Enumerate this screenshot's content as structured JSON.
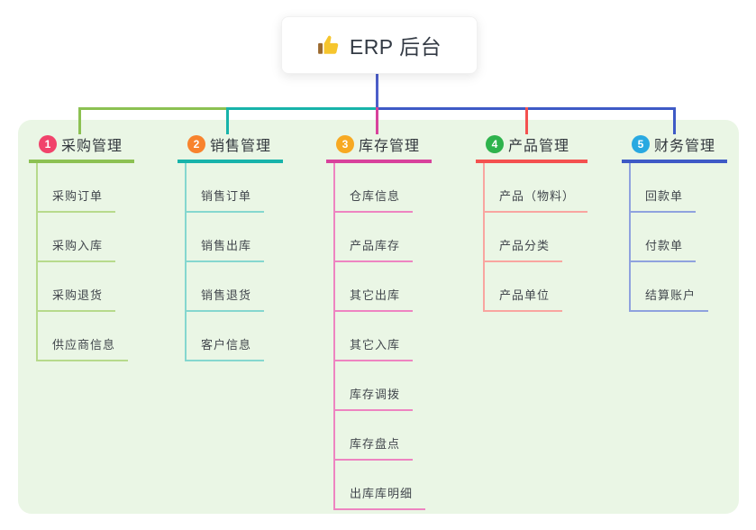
{
  "root": {
    "label": "ERP 后台",
    "icon": "thumbs-up",
    "line_color": "#4c5ec9"
  },
  "panel_color": "#eaf6e5",
  "branches": [
    {
      "num": "1",
      "label": "采购管理",
      "badge_color": "#f1436b",
      "line_color": "#8cc152",
      "child_line_color": "#b7da8c",
      "children": [
        "采购订单",
        "采购入库",
        "采购退货",
        "供应商信息"
      ]
    },
    {
      "num": "2",
      "label": "销售管理",
      "badge_color": "#f8832d",
      "line_color": "#17b3aa",
      "child_line_color": "#85d7cf",
      "children": [
        "销售订单",
        "销售出库",
        "销售退货",
        "客户信息"
      ]
    },
    {
      "num": "3",
      "label": "库存管理",
      "badge_color": "#f7a922",
      "line_color": "#d8429c",
      "child_line_color": "#ee84c1",
      "children": [
        "仓库信息",
        "产品库存",
        "其它出库",
        "其它入库",
        "库存调拨",
        "库存盘点",
        "出库库明细"
      ]
    },
    {
      "num": "4",
      "label": "产品管理",
      "badge_color": "#2eb34c",
      "line_color": "#f4514f",
      "child_line_color": "#f9a5a0",
      "children": [
        "产品（物料）",
        "产品分类",
        "产品单位"
      ]
    },
    {
      "num": "5",
      "label": "财务管理",
      "badge_color": "#29a9e1",
      "line_color": "#3e5ac6",
      "child_line_color": "#8fa2de",
      "children": [
        "回款单",
        "付款单",
        "结算账户"
      ]
    }
  ]
}
